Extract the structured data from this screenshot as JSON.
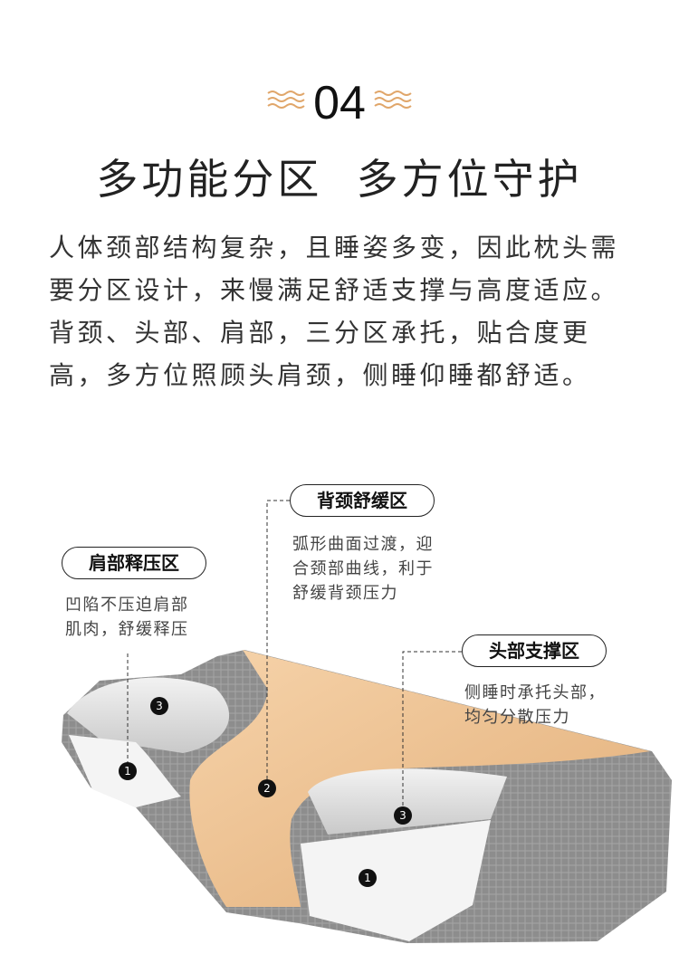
{
  "section_number": "04",
  "title": "多功能分区  多方位守护",
  "intro_lines": [
    "人体颈部结构复杂，且睡姿多变，因此枕头需",
    "要分区设计，来慢满足舒适支撑与高度适应。",
    "背颈、头部、肩部，三分区承托，贴合度更",
    "高，多方位照顾头肩颈，侧睡仰睡都舒适。"
  ],
  "zones": {
    "neck": {
      "label": "背颈舒缓区",
      "desc": [
        "弧形曲面过渡，迎",
        "合颈部曲线，利于",
        "舒缓背颈压力"
      ]
    },
    "shoulder": {
      "label": "肩部释压区",
      "desc": [
        "凹陷不压迫肩部",
        "肌肉，舒缓释压"
      ]
    },
    "head": {
      "label": "头部支撑区",
      "desc": [
        "侧睡时承托头部，",
        "均匀分散压力"
      ]
    }
  },
  "markers": [
    "1",
    "2",
    "3"
  ],
  "colors": {
    "accent": "#e0a66a",
    "peach": "#eec394",
    "mesh": "#8a8a8a"
  }
}
